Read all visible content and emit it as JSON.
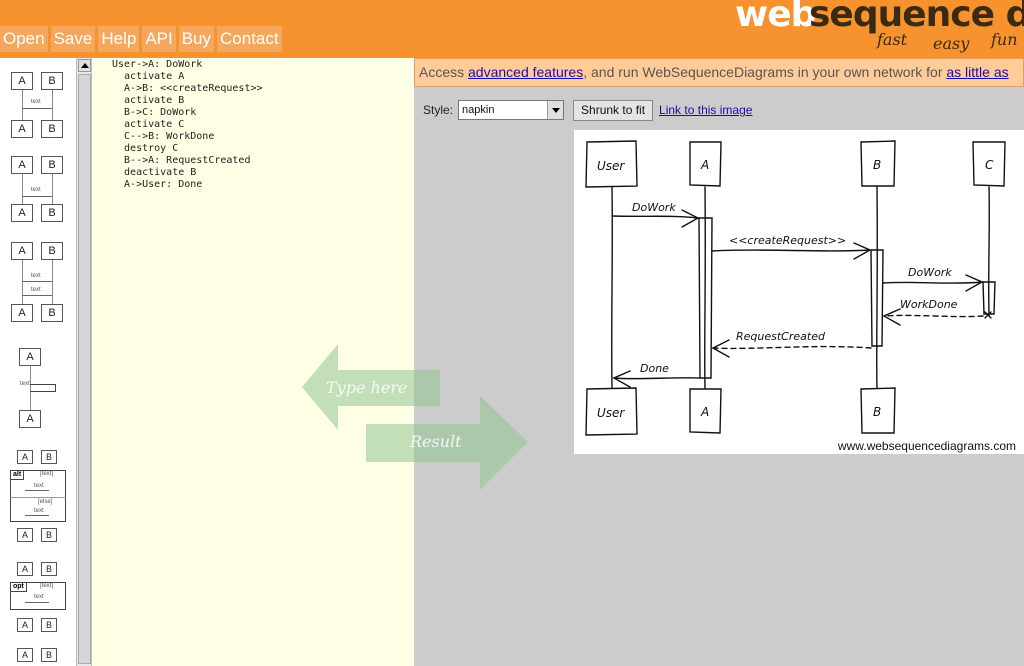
{
  "nav": {
    "items": [
      "Open",
      "Save",
      "Help",
      "API",
      "Buy",
      "Contact"
    ]
  },
  "logo": {
    "brand_a": "web",
    "brand_b": "sequence d",
    "tagline": [
      "fast",
      "easy",
      "fun"
    ]
  },
  "templates": {
    "participants_a": "A",
    "participants_b": "B",
    "message_text": "text",
    "frame_labels": [
      "alt",
      "opt"
    ],
    "frame_else": "[else]",
    "frame_cond": "[text]"
  },
  "editor": {
    "lines": [
      "User->A: DoWork",
      "  activate A",
      "  A->B: <<createRequest>>",
      "  activate B",
      "  B->C: DoWork",
      "  activate C",
      "  C-->B: WorkDone",
      "  destroy C",
      "  B-->A: RequestCreated",
      "  deactivate B",
      "  A->User: Done"
    ]
  },
  "hints": {
    "type_here": "Type here",
    "result": "Result"
  },
  "banner": {
    "prefix": "Access ",
    "link1": "advanced features",
    "middle": ", and run WebSequenceDiagrams in your own network for ",
    "link2": "as little as"
  },
  "toolbar": {
    "style_label": "Style:",
    "style_value": "napkin",
    "shrink_label": "Shrunk to fit",
    "link_label": "Link to this image"
  },
  "diagram": {
    "participants": [
      "User",
      "A",
      "B",
      "C"
    ],
    "messages": [
      "DoWork",
      "<<createRequest>>",
      "DoWork",
      "WorkDone",
      "RequestCreated",
      "Done"
    ],
    "watermark": "www.websequencediagrams.com"
  }
}
